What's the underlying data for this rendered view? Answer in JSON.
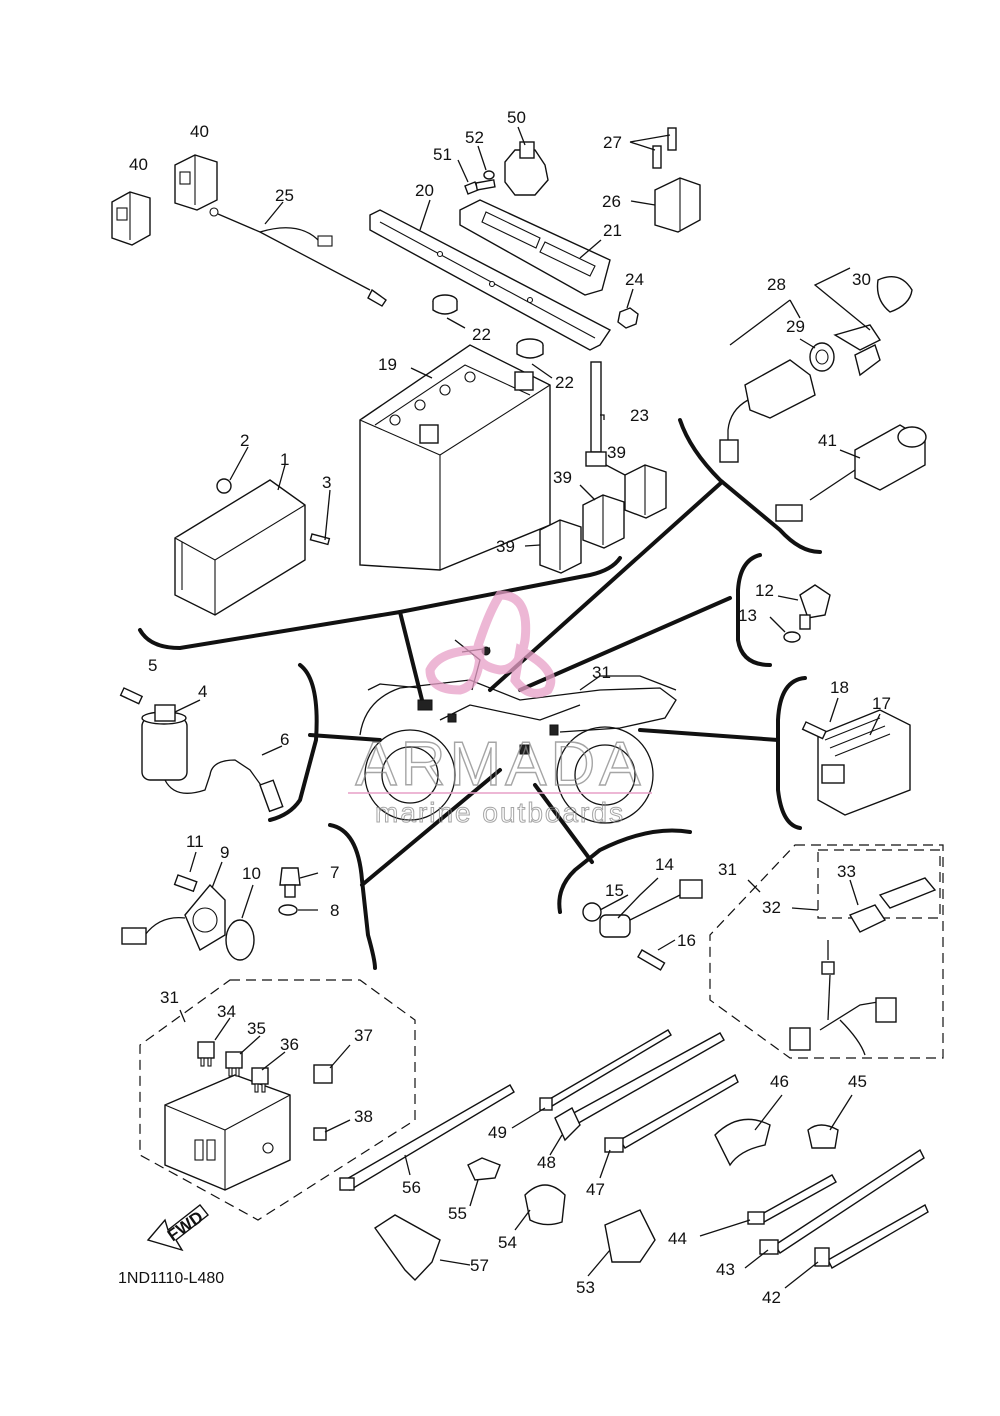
{
  "diagram_code": "1ND1110-L480",
  "fwd_label": "FWD",
  "watermark": {
    "brand": "ARMADA",
    "tagline": "marine outboards",
    "color": "#e8a0c8"
  },
  "callouts": [
    "1",
    "2",
    "3",
    "4",
    "5",
    "6",
    "7",
    "8",
    "9",
    "10",
    "11",
    "12",
    "13",
    "14",
    "15",
    "16",
    "17",
    "18",
    "19",
    "20",
    "21",
    "22",
    "22",
    "23",
    "24",
    "25",
    "26",
    "27",
    "28",
    "29",
    "30",
    "31",
    "31",
    "31",
    "32",
    "33",
    "34",
    "35",
    "36",
    "37",
    "38",
    "39",
    "39",
    "39",
    "40",
    "40",
    "41",
    "42",
    "43",
    "44",
    "45",
    "46",
    "47",
    "48",
    "49",
    "50",
    "51",
    "52",
    "53",
    "54",
    "55",
    "56",
    "57"
  ]
}
